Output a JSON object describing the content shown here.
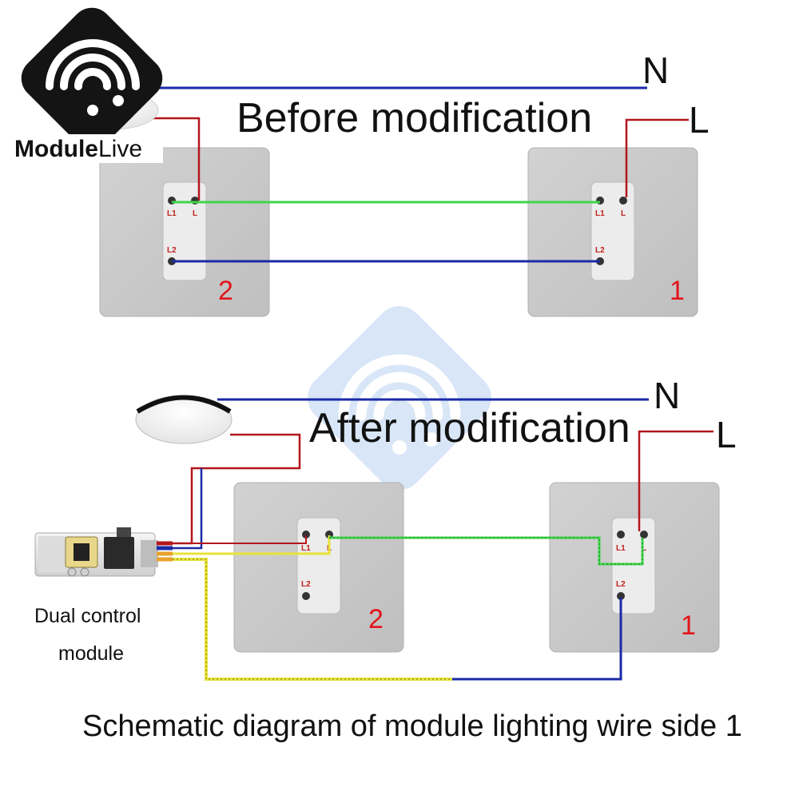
{
  "brand": {
    "logo_name_bold": "Module",
    "logo_name_light": "Live"
  },
  "before": {
    "title": "Before modification",
    "neutral_label": "N",
    "live_label": "L",
    "switch_left_number": "2",
    "switch_right_number": "1",
    "terminals": {
      "l1": "L1",
      "l": "L",
      "l2": "L2"
    }
  },
  "after": {
    "title": "After modification",
    "neutral_label": "N",
    "live_label": "L",
    "switch_left_number": "2",
    "switch_right_number": "1",
    "terminals": {
      "l1": "L1",
      "l": "L",
      "l2": "L2"
    },
    "module_label_line1": "Dual control",
    "module_label_line2": "module"
  },
  "caption": "Schematic diagram of module lighting wire side 1",
  "colors": {
    "neutral_wire": "#1a2aa8",
    "live_wire": "#b3161c",
    "traveler_wire": "#3fd64a",
    "module_wire": "#e8e23a",
    "switch_plate": "#c8c8c8",
    "switch_number": "#e2151b",
    "watermark": "#a9c8ee"
  },
  "icons": [
    "moduleLive-logo",
    "ceiling-lamp-icon",
    "dual-control-module-image",
    "watermark-logo"
  ]
}
